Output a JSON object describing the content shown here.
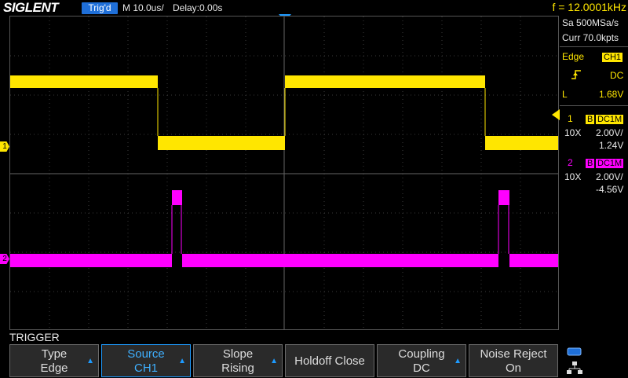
{
  "header": {
    "brand": "SIGLENT",
    "trigger_status": "Trig'd",
    "timebase": "M 10.0us/",
    "delay": "Delay:0.00s",
    "frequency": "f = 12.0001kHz"
  },
  "acquisition": {
    "sample_rate": "Sa 500MSa/s",
    "memory": "Curr 70.0kpts"
  },
  "trigger_info": {
    "type": "Edge",
    "source": "CH1",
    "coupling": "DC",
    "level_label": "L",
    "level": "1.68V"
  },
  "channels": [
    {
      "num": "1",
      "bw": "B",
      "coupling": "DC1M",
      "probe": "10X",
      "scale": "2.00V/",
      "offset": "1.24V",
      "color": "#ffe600"
    },
    {
      "num": "2",
      "bw": "B",
      "coupling": "DC1M",
      "probe": "10X",
      "scale": "2.00V/",
      "offset": "-4.56V",
      "color": "#ff00ff"
    }
  ],
  "markers": {
    "ch1": "1",
    "ch2": "2"
  },
  "menu": {
    "title": "TRIGGER",
    "buttons": [
      {
        "line1": "Type",
        "line2": "Edge"
      },
      {
        "line1": "Source",
        "line2": "CH1"
      },
      {
        "line1": "Slope",
        "line2": "Rising"
      },
      {
        "line1": "Holdoff Close",
        "line2": ""
      },
      {
        "line1": "Coupling",
        "line2": "DC"
      },
      {
        "line1": "Noise Reject",
        "line2": "On"
      }
    ]
  },
  "colors": {
    "accent": "#1f6fd8",
    "ch1": "#ffe600",
    "ch2": "#ff00ff"
  },
  "icons": [
    "usb-icon",
    "network-icon"
  ]
}
